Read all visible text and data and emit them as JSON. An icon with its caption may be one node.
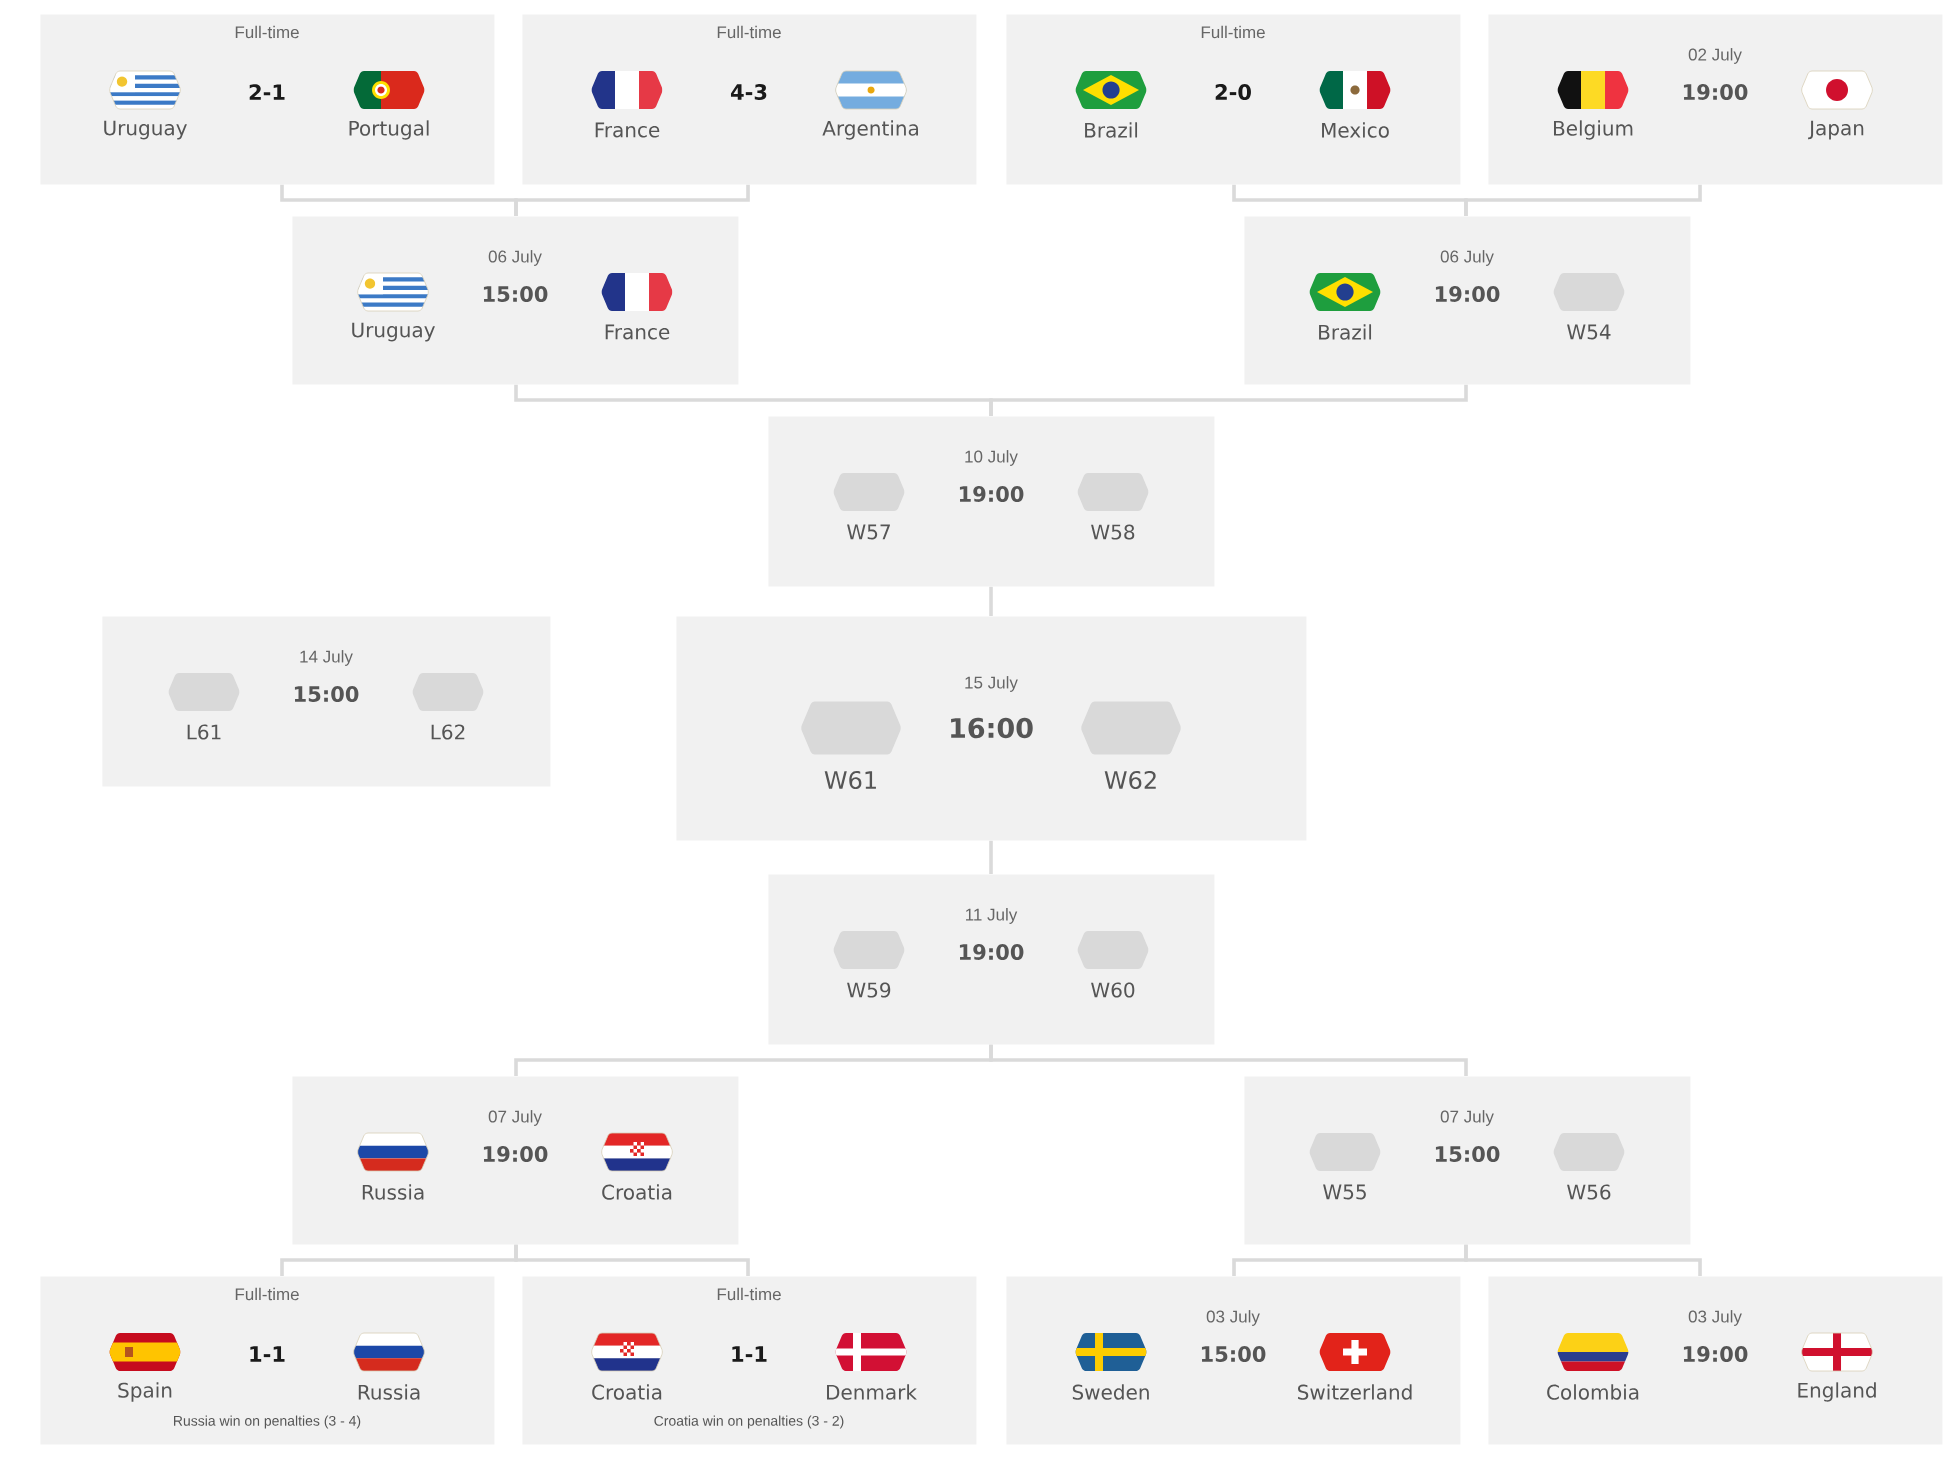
{
  "diagram": {
    "nodes": [
      {
        "text": [
          "Full-time",
          "2-1",
          "Uruguay",
          "Portugal"
        ]
      },
      {
        "text": [
          "Full-time",
          "4-3",
          "France",
          "Argentina"
        ]
      },
      {
        "text": [
          "Full-time",
          "2-0",
          "Brazil",
          "Mexico"
        ]
      },
      {
        "text": [
          "02 July",
          "19:00",
          "Belgium",
          "Japan"
        ]
      },
      {
        "text": [
          "06 July",
          "15:00",
          "Uruguay",
          "France"
        ]
      },
      {
        "text": [
          "06 July",
          "19:00",
          "Brazil",
          "W54"
        ]
      },
      {
        "text": [
          "10 July",
          "19:00",
          "W57",
          "W58"
        ]
      },
      {
        "text": [
          "14 July",
          "15:00",
          "L61",
          "L62"
        ]
      },
      {
        "text": [
          "15 July",
          "16:00",
          "W61",
          "W62"
        ]
      },
      {
        "text": [
          "11 July",
          "19:00",
          "W59",
          "W60"
        ]
      },
      {
        "text": [
          "07 July",
          "19:00",
          "Russia",
          "Croatia"
        ]
      },
      {
        "text": [
          "07 July",
          "15:00",
          "W55",
          "W56"
        ]
      },
      {
        "text": [
          "Full-time",
          "1-1",
          "Spain",
          "Russia",
          "Russia win on penalties (3 - 4)"
        ]
      },
      {
        "text": [
          "Full-time",
          "1-1",
          "Croatia",
          "Denmark",
          "Croatia win on penalties (3 - 2)"
        ]
      },
      {
        "text": [
          "03 July",
          "15:00",
          "Sweden",
          "Switzerland"
        ]
      },
      {
        "text": [
          "03 July",
          "19:00",
          "Colombia",
          "England"
        ]
      }
    ],
    "edges": [
      {
        "from": 0,
        "to": 4,
        "arrow": "none"
      },
      {
        "from": 1,
        "to": 4,
        "arrow": "none"
      },
      {
        "from": 2,
        "to": 5,
        "arrow": "none"
      },
      {
        "from": 3,
        "to": 5,
        "arrow": "none"
      },
      {
        "from": 4,
        "to": 6,
        "arrow": "none"
      },
      {
        "from": 5,
        "to": 6,
        "arrow": "none"
      },
      {
        "from": 6,
        "to": 8,
        "arrow": "none"
      },
      {
        "from": 9,
        "to": 8,
        "arrow": "none"
      },
      {
        "from": 10,
        "to": 9,
        "arrow": "none"
      },
      {
        "from": 11,
        "to": 9,
        "arrow": "none"
      },
      {
        "from": 12,
        "to": 10,
        "arrow": "none"
      },
      {
        "from": 13,
        "to": 10,
        "arrow": "none"
      },
      {
        "from": 14,
        "to": 11,
        "arrow": "none"
      },
      {
        "from": 15,
        "to": 11,
        "arrow": "none"
      }
    ]
  }
}
